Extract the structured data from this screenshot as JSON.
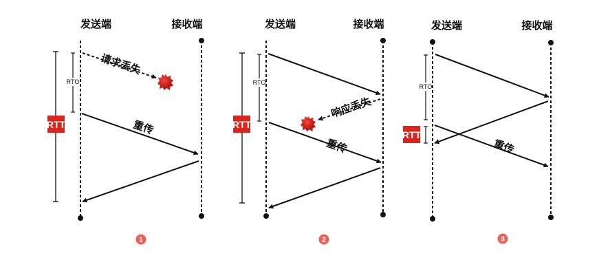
{
  "panels": [
    {
      "sender_label": "发送端",
      "receiver_label": "接收端",
      "rto_label": "RTO",
      "rtt_label": "RTT",
      "message_label": "请求丢失",
      "retransmit_label": "重传",
      "step_number": "1"
    },
    {
      "sender_label": "发送端",
      "receiver_label": "接收端",
      "rto_label": "RTO",
      "rtt_label": "RTT",
      "message_label": "响应丢失",
      "retransmit_label": "重传",
      "step_number": "2"
    },
    {
      "sender_label": "发送端",
      "receiver_label": "接收端",
      "rto_label": "RTO",
      "rtt_label": "RTT",
      "retransmit_label": "重传",
      "step_number": "3"
    }
  ],
  "colors": {
    "line": "#111111",
    "rtt_box": "#d9261c",
    "lost_packet": "#d42222",
    "step_badge": "#e8625a"
  },
  "icons": {
    "lost_packet": "burst-blob-icon"
  }
}
